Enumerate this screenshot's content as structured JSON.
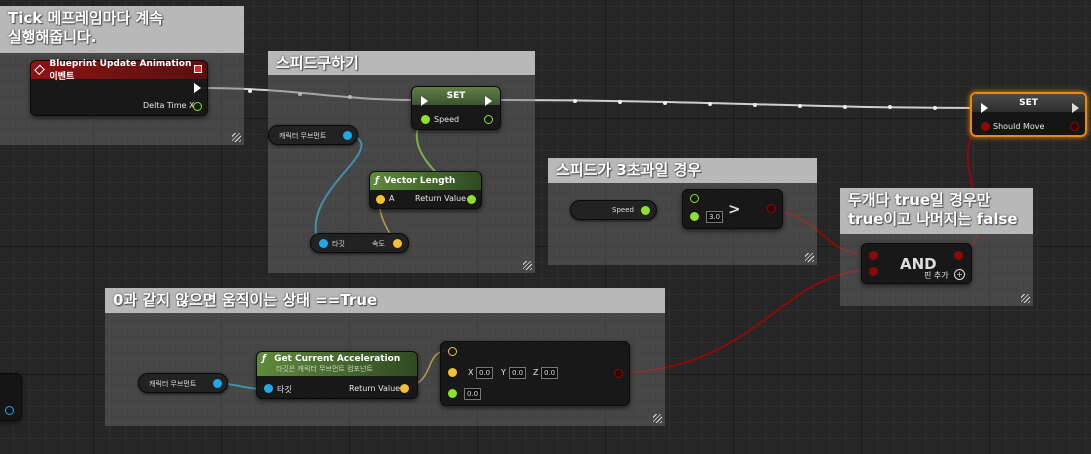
{
  "comments": {
    "tick": "Tick 메프레임마다 계속\n실행해줍니다.",
    "speed": "스피드구하기",
    "over3": "스피드가 3초과일 경우",
    "bothtrue": "두개다 true일 경우만\ntrue이고 나머지는 false",
    "accel": "0과 같지 않으면 움직이는 상태 ==True"
  },
  "nodes": {
    "event": {
      "title": "Blueprint Update Animation 이벤트",
      "pin": "Delta Time X"
    },
    "set_speed": {
      "title": "SET",
      "pin": "Speed"
    },
    "set_move": {
      "title": "SET",
      "pin": "Should Move"
    },
    "vector_length": {
      "title": "Vector Length",
      "pin_a": "A",
      "pin_out": "Return Value"
    },
    "char_move_1": {
      "label": "캐릭터 무브먼트"
    },
    "target_1": {
      "label": "타깃",
      "out": "속도"
    },
    "speed_get": {
      "label": "Speed"
    },
    "greater": {
      "op": ">",
      "value": "3.0"
    },
    "and": {
      "title": "AND",
      "add_pin": "핀 추가"
    },
    "char_move_2": {
      "label": "캐릭터 무브먼트"
    },
    "get_accel": {
      "title": "Get Current Acceleration",
      "subtitle": "타깃은 캐릭터 무브먼트 컴포넌트",
      "pin_in": "타깃",
      "pin_out": "Return Value"
    },
    "not_equal": {
      "x_label": "X",
      "x": "0.0",
      "y_label": "Y",
      "y": "0.0",
      "z_label": "Z",
      "z": "0.0",
      "tol": "0.0"
    },
    "partial_left": {
      "label": ""
    }
  },
  "colors": {
    "exec": "#ffffff",
    "float": "#8ee02e",
    "vector": "#f5c131",
    "object": "#1fa9e8",
    "bool": "#8c0a0a",
    "set_border": "#e88a0c"
  }
}
